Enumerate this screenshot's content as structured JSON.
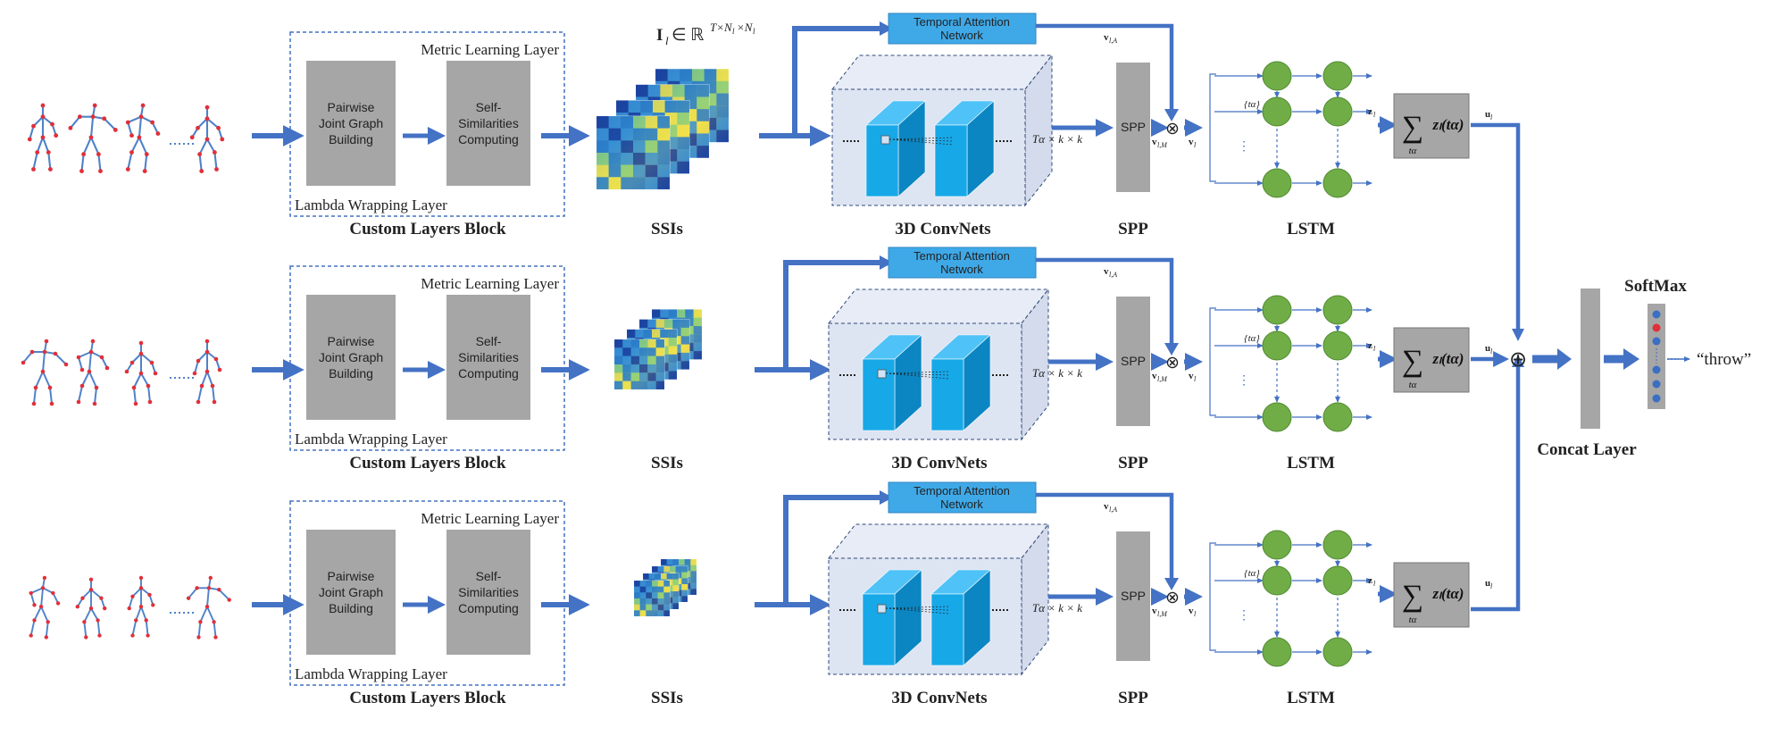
{
  "rows": [
    {
      "custom_block": {
        "metric_label": "Metric Learning Layer",
        "lambda_label": "Lambda Wrapping Layer",
        "caption": "Custom Layers Block",
        "pairwise": [
          "Pairwise",
          "Joint Graph",
          "Building"
        ],
        "selfsim": [
          "Self-",
          "Similarities",
          "Computing"
        ]
      },
      "ssi_formula": {
        "base": "I",
        "sub": "l",
        "in": " ∈ ℝ",
        "sup": "T×N",
        "sup_sub": "l",
        "times": "×N",
        "sup_sub2": "l"
      },
      "ssi_caption": "SSIs",
      "attention": [
        "Temporal Attention",
        "Network"
      ],
      "conv_caption": "3D ConvNets",
      "dims": "Tα × k × k",
      "spp_box": "SPP",
      "spp_caption": "SPP",
      "v_A": "v",
      "v_A_sub": "l,A",
      "v_M": "v",
      "v_M_sub": "l,M",
      "v_l": "v",
      "v_l_sub": "l",
      "otimes": "⊗",
      "lstm_caption": "LSTM",
      "t_alpha": "{tα}",
      "dots": "⋮",
      "z_l": "z",
      "z_l_sub": "l",
      "sum_top": "∑",
      "sum_expr": "zₗ(tα)",
      "sum_sub": "tα",
      "u_l": "u",
      "u_l_sub": "l"
    },
    {
      "custom_block": {
        "metric_label": "Metric Learning Layer",
        "lambda_label": "Lambda Wrapping Layer",
        "caption": "Custom Layers Block",
        "pairwise": [
          "Pairwise",
          "Joint Graph",
          "Building"
        ],
        "selfsim": [
          "Self-",
          "Similarities",
          "Computing"
        ]
      },
      "ssi_caption": "SSIs",
      "attention": [
        "Temporal Attention",
        "Network"
      ],
      "conv_caption": "3D ConvNets",
      "dims": "Tα × k × k",
      "spp_box": "SPP",
      "spp_caption": "SPP",
      "v_A": "v",
      "v_A_sub": "l,A",
      "v_M": "v",
      "v_M_sub": "l,M",
      "v_l": "v",
      "v_l_sub": "l",
      "otimes": "⊗",
      "lstm_caption": "LSTM",
      "t_alpha": "{tα}",
      "dots": "⋮",
      "z_l": "z",
      "z_l_sub": "l",
      "sum_top": "∑",
      "sum_expr": "zₗ(tα)",
      "sum_sub": "tα",
      "u_l": "u",
      "u_l_sub": "l"
    },
    {
      "custom_block": {
        "metric_label": "Metric Learning Layer",
        "lambda_label": "Lambda Wrapping Layer",
        "caption": "Custom Layers Block",
        "pairwise": [
          "Pairwise",
          "Joint Graph",
          "Building"
        ],
        "selfsim": [
          "Self-",
          "Similarities",
          "Computing"
        ]
      },
      "ssi_caption": "SSIs",
      "attention": [
        "Temporal Attention",
        "Network"
      ],
      "conv_caption": "3D ConvNets",
      "dims": "Tα × k × k",
      "spp_box": "SPP",
      "spp_caption": "SPP",
      "v_A": "v",
      "v_A_sub": "l,A",
      "v_M": "v",
      "v_M_sub": "l,M",
      "v_l": "v",
      "v_l_sub": "l",
      "otimes": "⊗",
      "lstm_caption": "LSTM",
      "t_alpha": "{tα}",
      "dots": "⋮",
      "z_l": "z",
      "z_l_sub": "l",
      "sum_top": "∑",
      "sum_expr": "zₗ(tα)",
      "sum_sub": "tα",
      "u_l": "u",
      "u_l_sub": "l"
    }
  ],
  "oplus": "⊕",
  "concat_caption": "Concat Layer",
  "softmax_caption": "SoftMax",
  "output_label": "“throw”",
  "colors": {
    "arrow": "#4472c4",
    "gray_box": "#a6a6a6",
    "dashed_blue": "#4472c4",
    "attention_fill": "#3fa9e8",
    "conv_bg": "#dde4f2",
    "cube_front": "#17a8e8",
    "cube_top": "#4fc3f7",
    "cube_side": "#0b86c2",
    "lstm_node": "#70ad47",
    "lstm_stroke": "#4e8a30",
    "skeleton_bone": "#4f82c8",
    "skeleton_joint": "#e0303a",
    "softmax_blue": "#3a6fc4",
    "softmax_red": "#e0303a"
  }
}
